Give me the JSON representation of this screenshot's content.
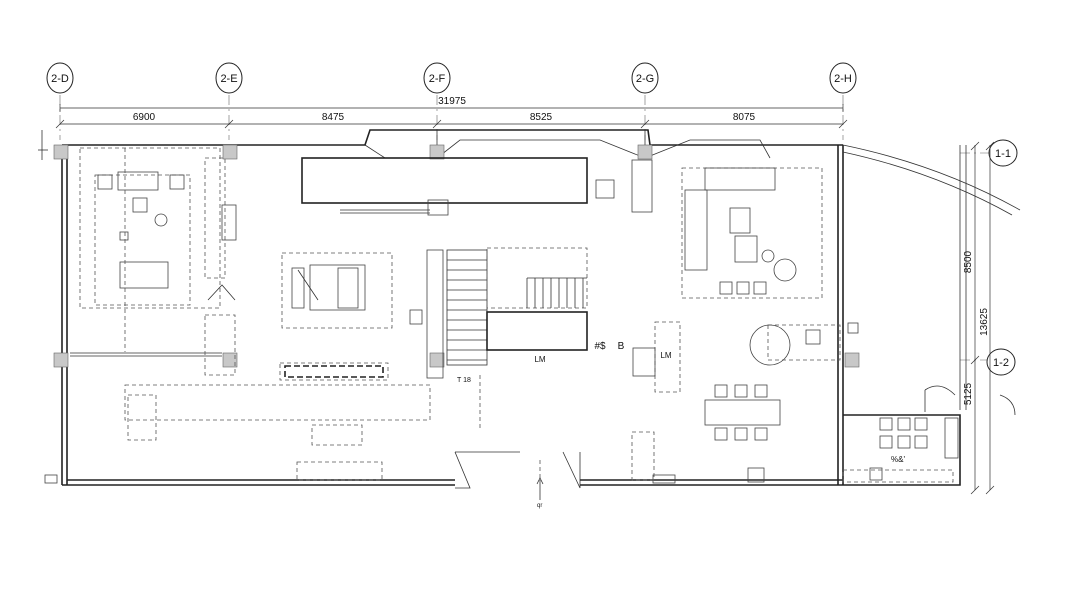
{
  "grid_axes": {
    "vertical": [
      "2-D",
      "2-E",
      "2-F",
      "2-G",
      "2-H"
    ],
    "horizontal": [
      "1-1",
      "1-2"
    ]
  },
  "dimensions": {
    "overall": "31975",
    "spans": [
      "6900",
      "8475",
      "8525",
      "8075"
    ],
    "side": [
      "8500",
      "13625",
      "5125"
    ]
  },
  "labels": {
    "lm1": "LM",
    "lm2": "LM",
    "code1": "#$",
    "code2": "B",
    "code3": "%&'",
    "stair_note": "T 18",
    "entry_arrow": "qr"
  }
}
